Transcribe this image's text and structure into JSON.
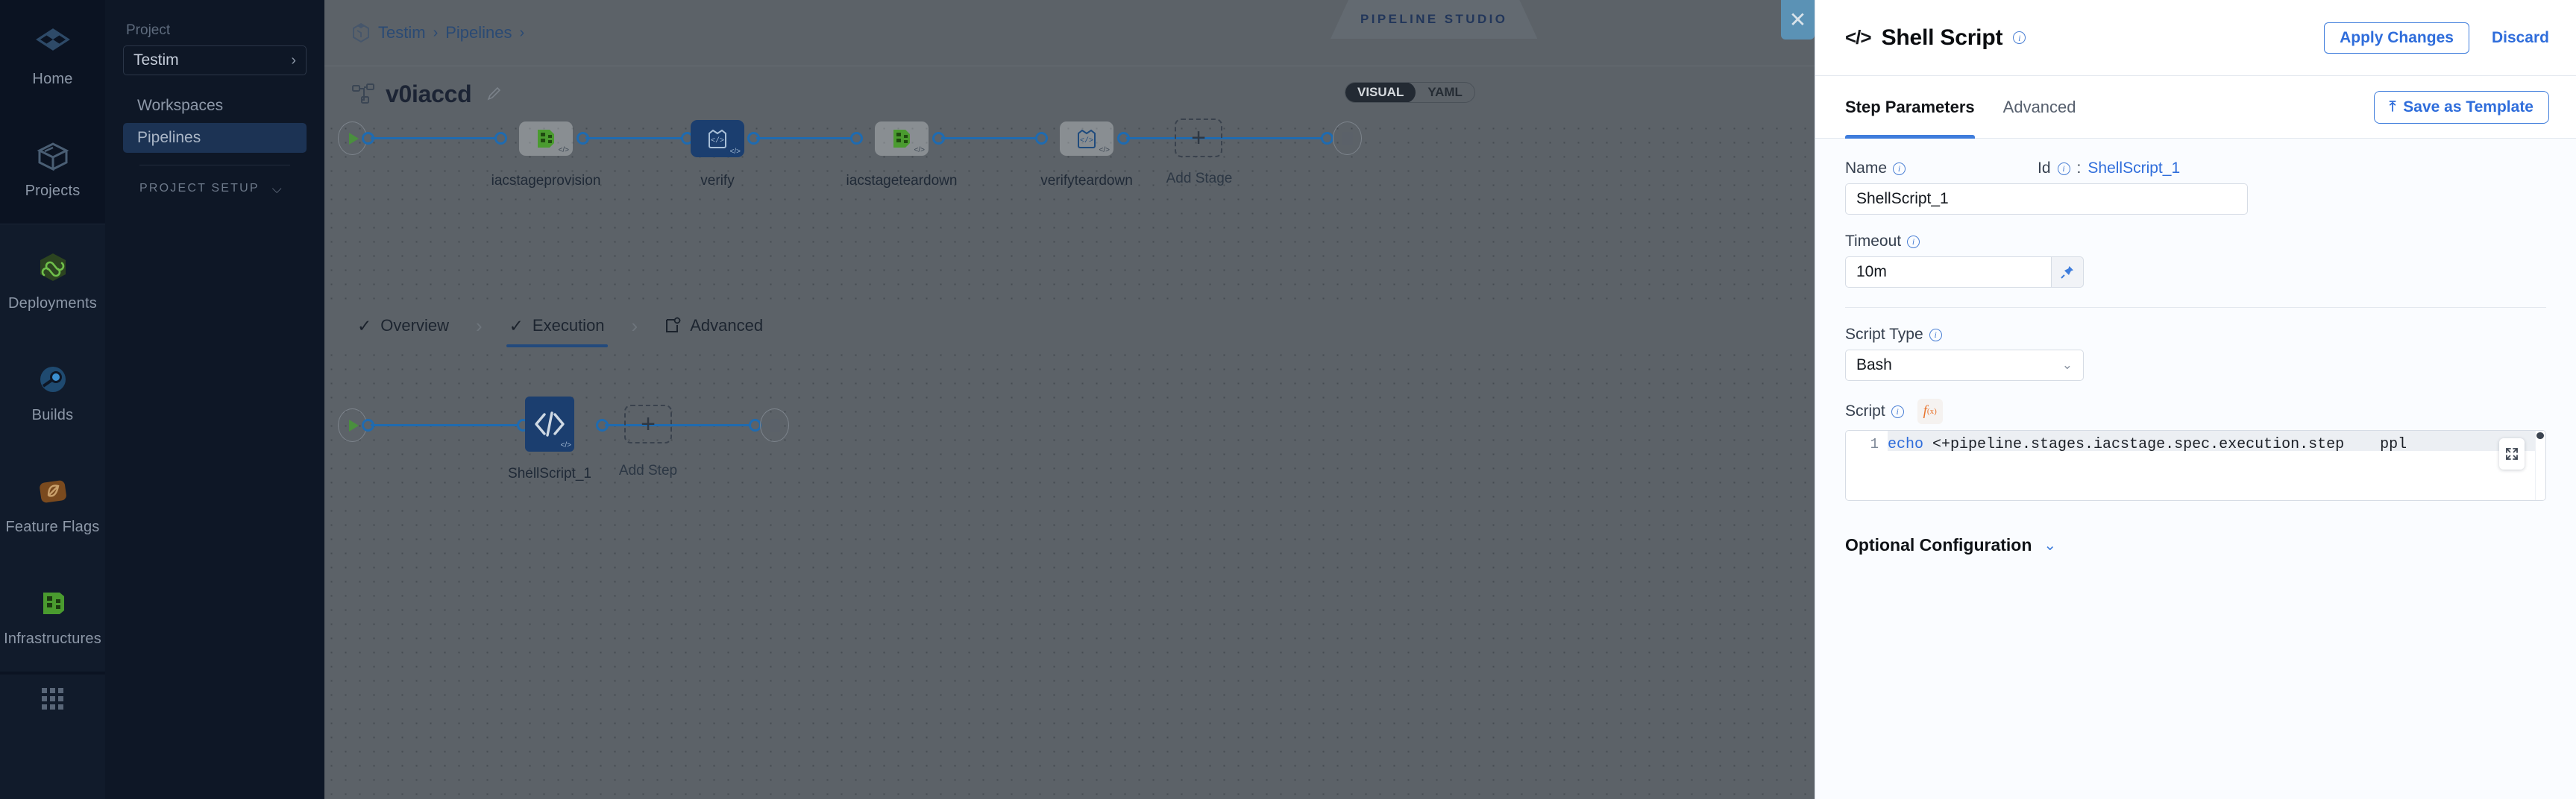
{
  "rail": {
    "items": [
      {
        "label": "Home",
        "icon": "home-cube-icon"
      },
      {
        "label": "Projects",
        "icon": "projects-box-icon"
      },
      {
        "label": "Deployments",
        "icon": "deployments-infinity-icon"
      },
      {
        "label": "Builds",
        "icon": "builds-gear-icon"
      },
      {
        "label": "Feature Flags",
        "icon": "feature-flags-icon"
      },
      {
        "label": "Infrastructures",
        "icon": "infrastructures-icon"
      }
    ],
    "grid_icon": "apps-grid-icon"
  },
  "sidebar": {
    "section_label": "Project",
    "project_name": "Testim",
    "nav": [
      {
        "label": "Workspaces",
        "active": false
      },
      {
        "label": "Pipelines",
        "active": true
      }
    ],
    "setup_label": "PROJECT SETUP"
  },
  "header": {
    "breadcrumb": [
      "Testim",
      "Pipelines"
    ],
    "breadcrumb_separator": "›",
    "studio_badge": "PIPELINE STUDIO",
    "close_label": "✕",
    "pipeline_name": "v0iaccd",
    "view_modes": [
      {
        "label": "VISUAL",
        "active": true
      },
      {
        "label": "YAML",
        "active": false
      }
    ]
  },
  "canvas": {
    "stages": [
      {
        "name": "iacstageprovision",
        "selected": false,
        "icon": "infrastructure-green-icon",
        "badge": "</>"
      },
      {
        "name": "verify",
        "selected": true,
        "icon": "ci-shirt-icon",
        "badge": "</>"
      },
      {
        "name": "iacstageteardown",
        "selected": false,
        "icon": "infrastructure-green-icon",
        "badge": "</>"
      },
      {
        "name": "verifyteardown",
        "selected": false,
        "icon": "ci-shirt-icon",
        "badge": "</>"
      }
    ],
    "add_stage_label": "Add Stage",
    "add_step_label": "Add Step",
    "steps": [
      {
        "name": "ShellScript_1",
        "selected": true,
        "icon": "shell-script-code-icon",
        "badge": "</>"
      }
    ],
    "tabs": [
      {
        "label": "Overview",
        "active": false,
        "icon": "check-icon"
      },
      {
        "label": "Execution",
        "active": true,
        "icon": "check-icon"
      },
      {
        "label": "Advanced",
        "active": false,
        "icon": "advanced-gear-icon"
      }
    ],
    "tab_separator": "›"
  },
  "panel": {
    "title": "Shell Script",
    "title_icon": "</>",
    "apply_label": "Apply Changes",
    "discard_label": "Discard",
    "tabs": [
      {
        "label": "Step Parameters",
        "active": true
      },
      {
        "label": "Advanced",
        "active": false
      }
    ],
    "save_template_label": "Save as Template",
    "save_template_icon": "⤒",
    "fields": {
      "name_label": "Name",
      "name_value": "ShellScript_1",
      "id_label": "Id",
      "id_separator": ":",
      "id_value": "ShellScript_1",
      "timeout_label": "Timeout",
      "timeout_value": "10m",
      "pin_icon": "📌",
      "script_type_label": "Script Type",
      "script_type_value": "Bash",
      "script_type_chevron": "⌄",
      "script_label": "Script",
      "fx_label": "f",
      "fx_sub": "(x)",
      "script_line_number": "1",
      "script_keyword": "echo",
      "script_body": " <+pipeline.stages.iacstage.spec.execution.step    ppl",
      "expand_icon": "⤡"
    },
    "optional_config_label": "Optional Configuration",
    "optional_config_chevron": "⌄"
  },
  "colors": {
    "accent_blue": "#2f6ddb",
    "link_blue": "#3f7ddc",
    "node_selected": "#1b3e6f",
    "connector": "#1f6bb0",
    "stage_green": "#4a9b2f",
    "canvas": "#5c6268",
    "rail_bg": "#0b1322",
    "sidebar_bg": "#0e1726",
    "sidebar_active": "#1c3354",
    "close_btn": "#5b92b5",
    "fx_orange": "#e8732c"
  }
}
